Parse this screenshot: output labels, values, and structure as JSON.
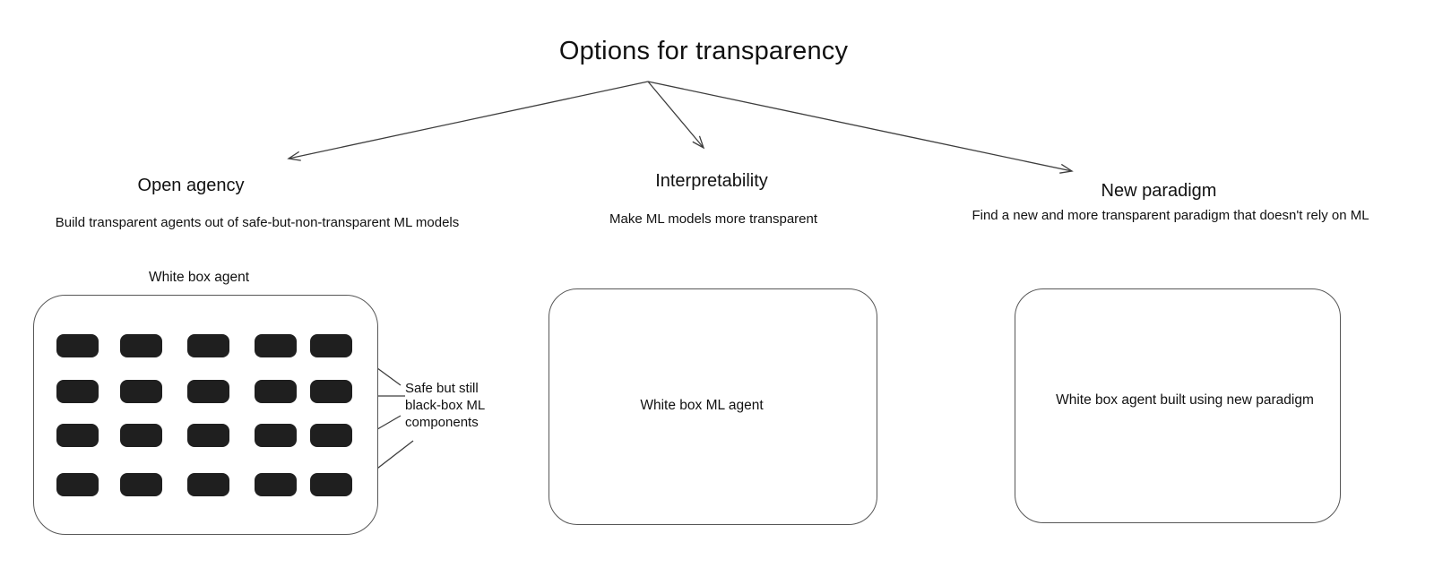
{
  "title": "Options for transparency",
  "branches": [
    {
      "id": "open-agency",
      "heading": "Open agency",
      "description": "Build transparent agents out of safe-but-non-transparent ML models"
    },
    {
      "id": "interpretability",
      "heading": "Interpretability",
      "description": "Make ML models more transparent"
    },
    {
      "id": "new-paradigm",
      "heading": "New paradigm",
      "description": "Find a new and more transparent paradigm that doesn't rely on ML"
    }
  ],
  "open_agency": {
    "box_label": "White box agent",
    "annotation": "Safe but still\nblack-box ML\ncomponents",
    "component_grid": {
      "rows": 4,
      "cols": 5
    }
  },
  "interpretability": {
    "box_text": "White box ML agent"
  },
  "new_paradigm": {
    "box_text": "White box agent built using new paradigm"
  },
  "colors": {
    "background": "#ffffff",
    "line": "#3d3d3d",
    "box_border": "#575757",
    "component_fill": "#1f1f1f",
    "text": "#111111"
  }
}
